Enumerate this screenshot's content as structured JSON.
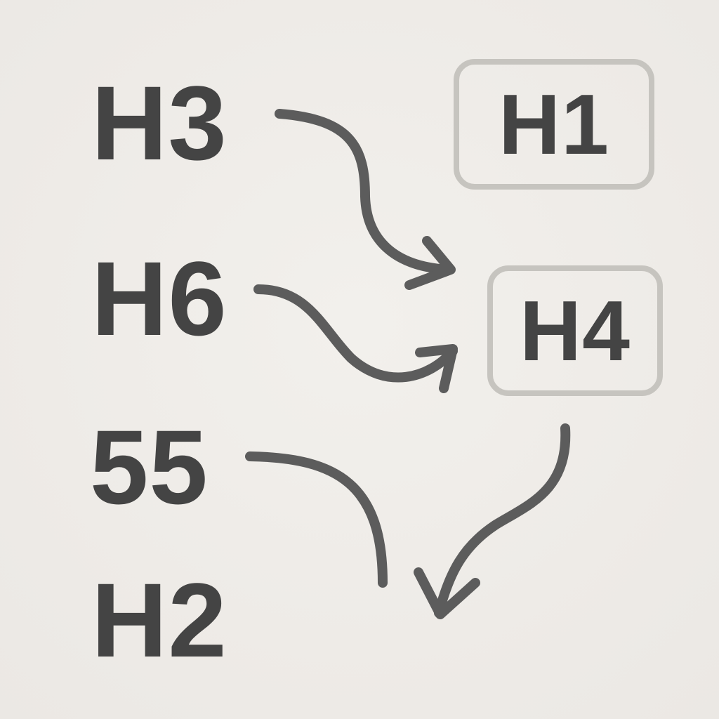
{
  "diagram": {
    "left_labels": {
      "h3": "H3",
      "h6": "H6",
      "fifty_five": "55",
      "h2": "H2"
    },
    "boxed_labels": {
      "h1": "H1",
      "h4": "H4"
    },
    "colors": {
      "background": "#efece8",
      "text": "#444444",
      "arrow": "#5c5c5c",
      "box_border": "#c6c4bf"
    }
  }
}
